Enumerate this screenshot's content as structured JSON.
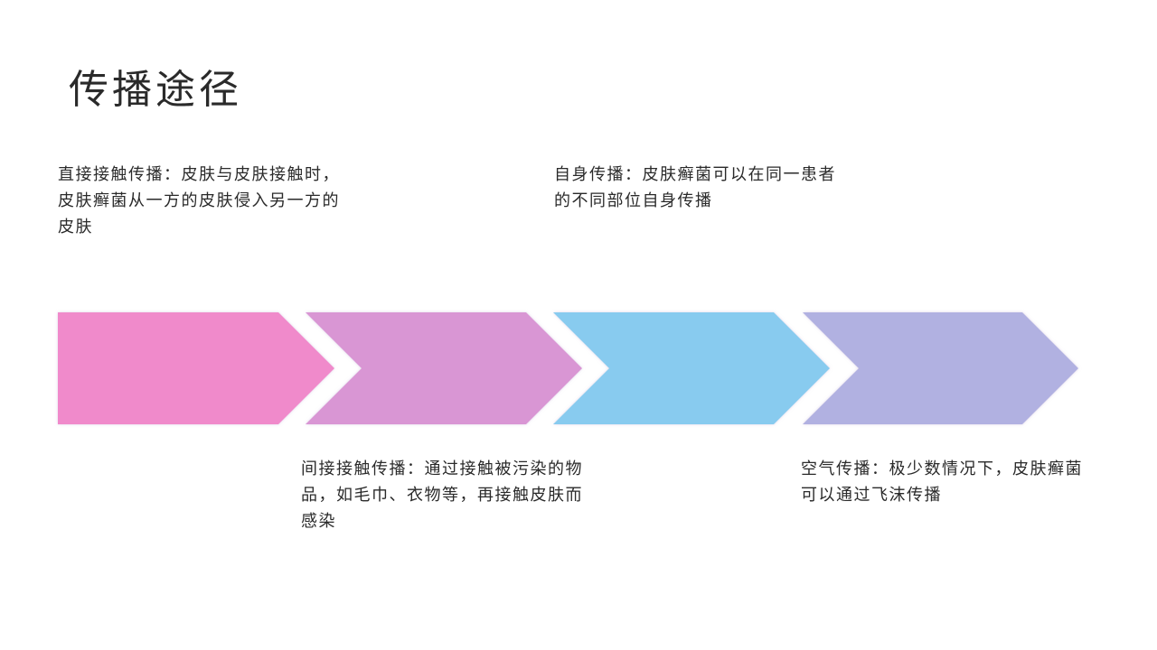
{
  "page": {
    "title": "传播途径"
  },
  "steps": [
    {
      "color": "#F08ACB",
      "text": "直接接触传播：皮肤与皮肤接触时，皮肤癣菌从一方的皮肤侵入另一方的皮肤"
    },
    {
      "color": "#D996D4",
      "text": "间接接触传播：通过接触被污染的物品，如毛巾、衣物等，再接触皮肤而感染"
    },
    {
      "color": "#88CBEF",
      "text": "自身传播：皮肤癣菌可以在同一患者的不同部位自身传播"
    },
    {
      "color": "#B1B1E1",
      "text": "空气传播：极少数情况下，皮肤癣菌可以通过飞沫传播"
    }
  ]
}
